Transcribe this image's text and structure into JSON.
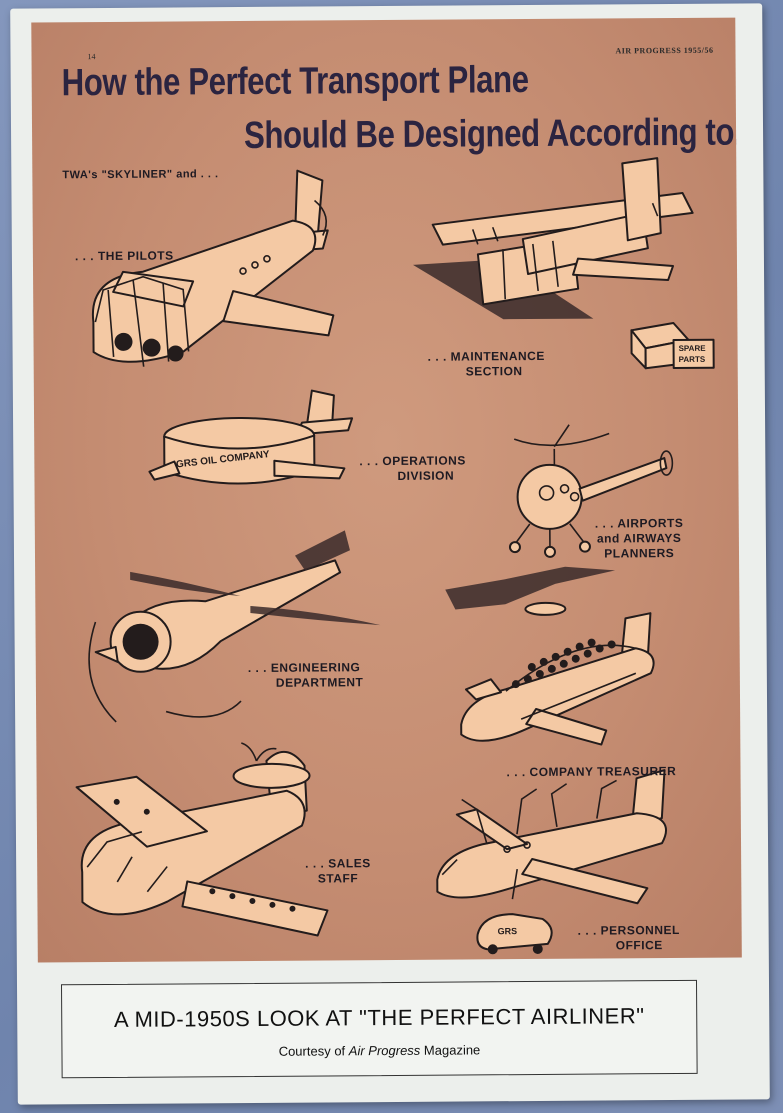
{
  "poster": {
    "page_number": "14",
    "magazine_ref": "AIR PROGRESS 1955/56",
    "title_line1": "How the Perfect Transport Plane",
    "title_line2": "Should Be Designed According to...",
    "intro": "TWA's \"SKYLINER\" and . . .",
    "captions": {
      "pilots": ". . . THE PILOTS",
      "maintenance_1": ". . . MAINTENANCE",
      "maintenance_2": "SECTION",
      "operations_1": ". . . OPERATIONS",
      "operations_2": "DIVISION",
      "airports_1": ". . . AIRPORTS",
      "airports_2": "and AIRWAYS",
      "airports_3": "PLANNERS",
      "engineering_1": ". . . ENGINEERING",
      "engineering_2": "DEPARTMENT",
      "treasurer": ". . . COMPANY TREASURER",
      "sales_1": ". . . SALES",
      "sales_2": "STAFF",
      "personnel_1": ". . . PERSONNEL",
      "personnel_2": "OFFICE"
    },
    "art_text": {
      "spare_1": "SPARE",
      "spare_2": "PARTS",
      "oil_company": "GRS OIL COMPANY",
      "grs": "GRS"
    }
  },
  "museum_label": {
    "title": "A MID-1950S LOOK AT \"THE PERFECT AIRLINER\"",
    "credit_prefix": "Courtesy of ",
    "credit_magazine": "Air Progress",
    "credit_suffix": " Magazine"
  },
  "colors": {
    "wall": "#7a8fb6",
    "paper": "#ecefec",
    "poster_bg": "#c58d72",
    "plane_fill": "#f4c9a4",
    "ink": "#1e1a22"
  }
}
